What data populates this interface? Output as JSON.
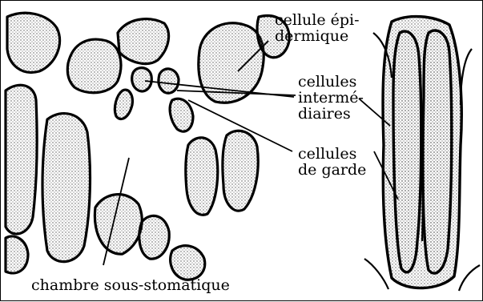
{
  "diagram": {
    "labels": {
      "epidermal": [
        "cellule épi-",
        "dermique"
      ],
      "intermediate": [
        "cellules",
        "intermé-",
        "diaires"
      ],
      "guard": [
        "cellules",
        "de garde"
      ],
      "chamber": "chambre sous-stomatique"
    }
  }
}
